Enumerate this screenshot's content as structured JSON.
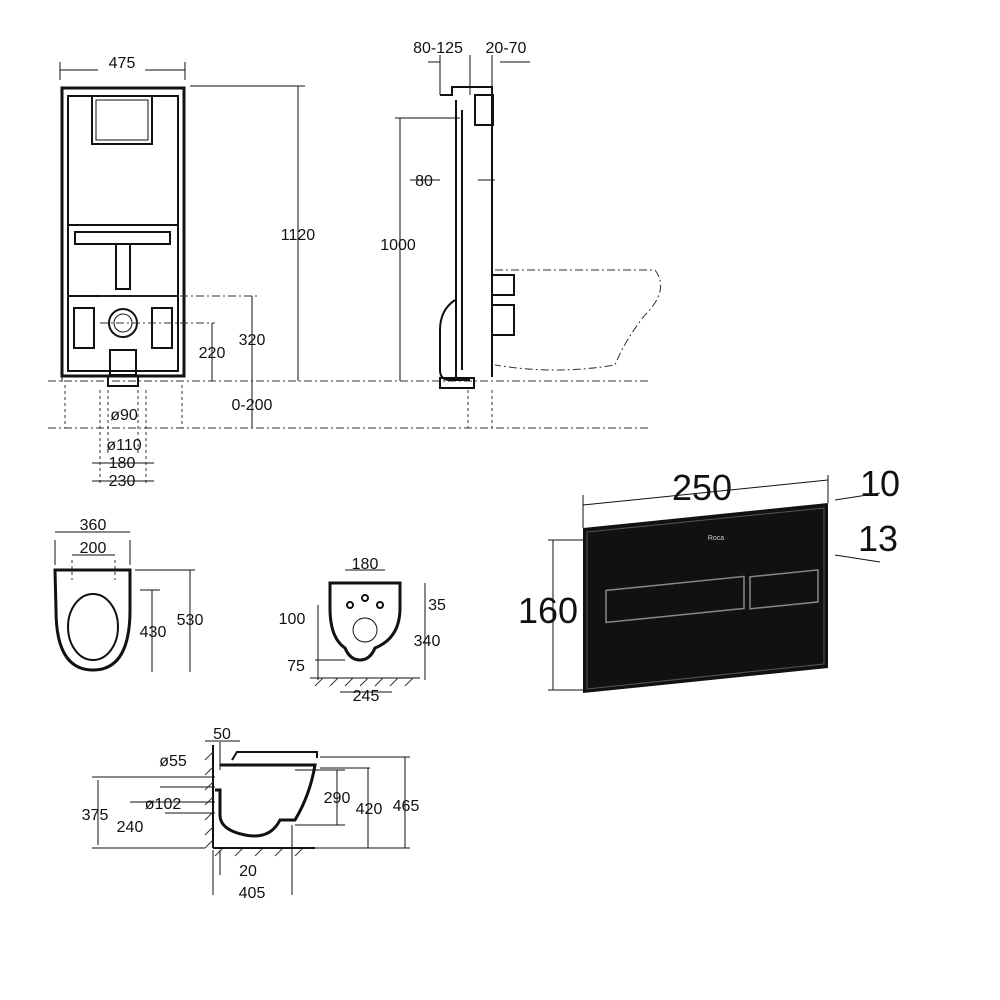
{
  "frame_front": {
    "width": "475",
    "height": "1120",
    "outlet_height": "320",
    "inlet_height": "220",
    "floor_adjust": "0-200",
    "d90": "ø90",
    "d110": "ø110",
    "w180": "180",
    "w230": "230"
  },
  "frame_side": {
    "depth": "80-125",
    "offset": "20-70",
    "plate_offset": "80",
    "height": "1000"
  },
  "flush_plate": {
    "width": "250",
    "thickness_outer": "10",
    "thickness_inner": "13",
    "height": "160",
    "logo": "Roca"
  },
  "bowl_top": {
    "width": "360",
    "inner_width": "200",
    "inner_length": "430",
    "length": "530"
  },
  "bowl_front": {
    "width": "180",
    "top": "35",
    "bolt_height": "100",
    "height": "340",
    "bottom": "75",
    "base": "245"
  },
  "bowl_side": {
    "wall": "50",
    "d55": "ø55",
    "d102": "ø102",
    "h375": "375",
    "h240": "240",
    "h290": "290",
    "h420": "420",
    "h465": "465",
    "gap": "20",
    "projection": "405"
  }
}
